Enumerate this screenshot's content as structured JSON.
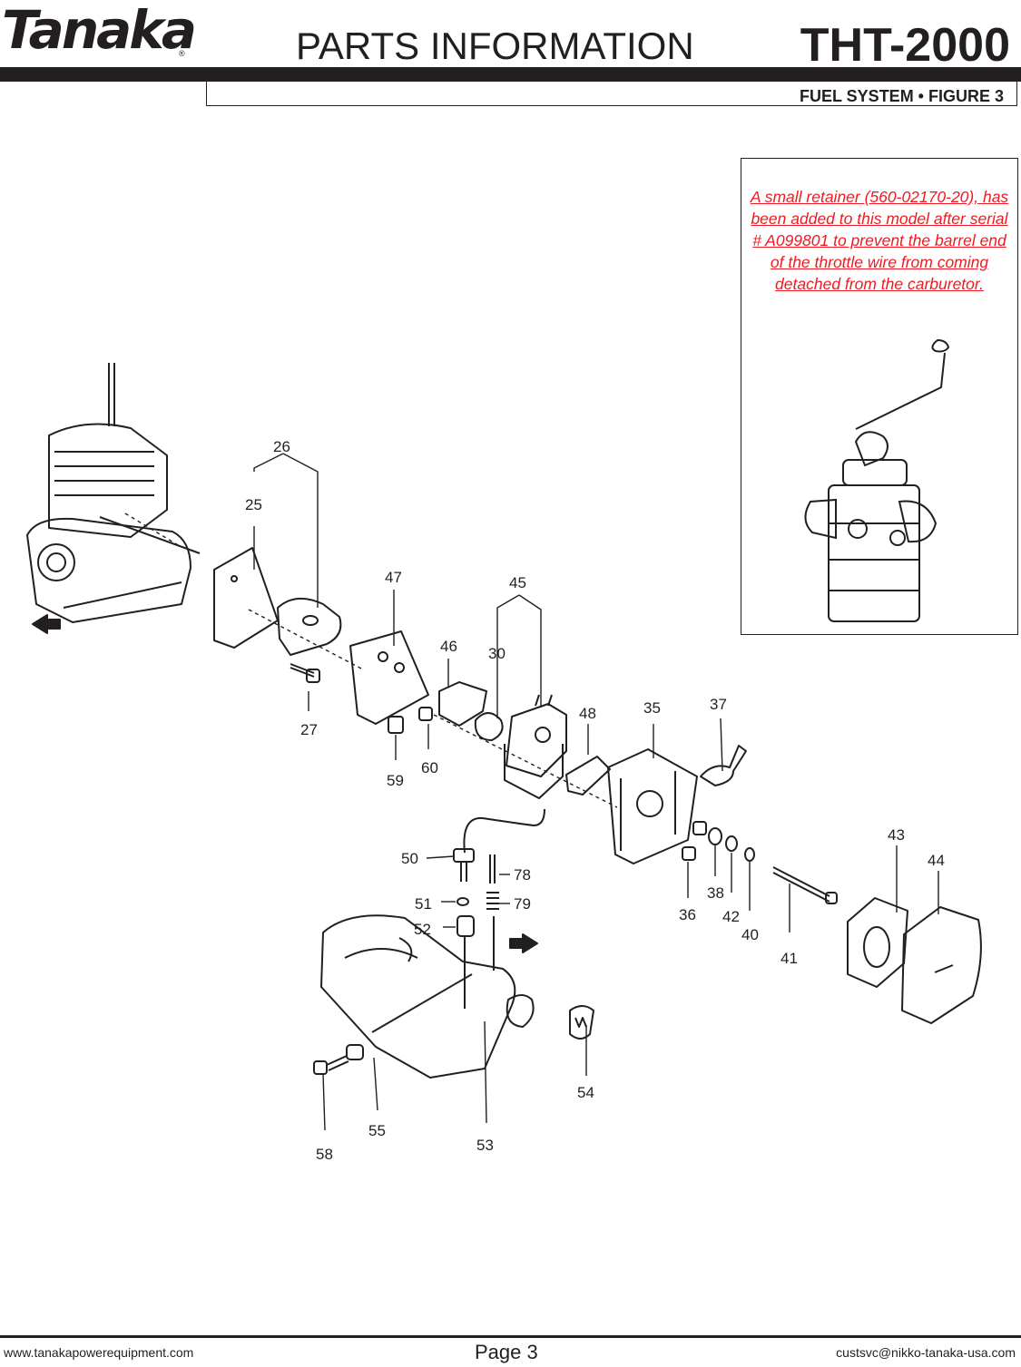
{
  "header": {
    "brand": "Tanaka",
    "brand_mark": "®",
    "title": "PARTS INFORMATION",
    "model": "THT-2000",
    "section": "FUEL SYSTEM  •  FIGURE 3"
  },
  "note": {
    "text": "A small retainer (560-02170-20), has been added to this model after serial # A099801 to prevent the barrel end of the throttle wire from coming detached from the carburetor.",
    "color": "#ed1c24"
  },
  "diagram": {
    "part_labels": [
      "26",
      "25",
      "47",
      "45",
      "46",
      "30",
      "27",
      "48",
      "35",
      "37",
      "59",
      "60",
      "50",
      "78",
      "51",
      "79",
      "52",
      "43",
      "44",
      "36",
      "38",
      "42",
      "40",
      "41",
      "54",
      "55",
      "53",
      "58"
    ]
  },
  "footer": {
    "website": "www.tanakapowerequipment.com",
    "page": "Page 3",
    "email": "custsvc@nikko-tanaka-usa.com"
  }
}
